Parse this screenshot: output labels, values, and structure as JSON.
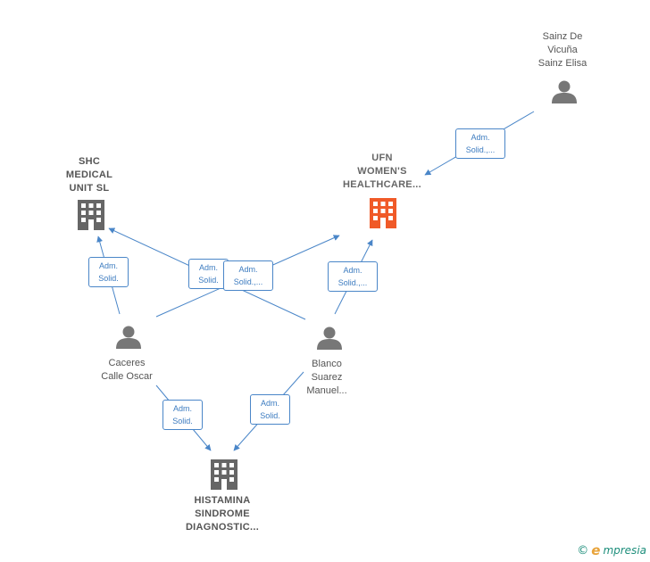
{
  "nodes": {
    "sainz": {
      "lines": [
        "Sainz De",
        "Vicuña",
        "Sainz Elisa"
      ],
      "icon": "person-icon"
    },
    "ufn": {
      "lines": [
        "UFN",
        "WOMEN'S",
        "HEALTHCARE..."
      ],
      "icon": "building-icon",
      "color": "#f05a28"
    },
    "shc": {
      "lines": [
        "SHC",
        "MEDICAL",
        "UNIT SL"
      ],
      "icon": "building-icon",
      "color": "#666666"
    },
    "caceres": {
      "lines": [
        "Caceres",
        "Calle Oscar"
      ],
      "icon": "person-icon"
    },
    "blanco": {
      "lines": [
        "Blanco",
        "Suarez",
        "Manuel..."
      ],
      "icon": "person-icon"
    },
    "histamina": {
      "lines": [
        "HISTAMINA",
        "SINDROME",
        "DIAGNOSTIC..."
      ],
      "icon": "building-icon",
      "color": "#666666"
    }
  },
  "edges": [
    {
      "id": "sainz-ufn",
      "lines": [
        "Adm.",
        "Solid.,..."
      ]
    },
    {
      "id": "caceres-shc",
      "lines": [
        "Adm.",
        "Solid."
      ]
    },
    {
      "id": "blanco-shc",
      "lines": [
        "Adm.",
        "Solid."
      ]
    },
    {
      "id": "caceres-ufn",
      "lines": [
        "Adm.",
        "Solid.,..."
      ]
    },
    {
      "id": "blanco-ufn",
      "lines": [
        "Adm.",
        "Solid.,..."
      ]
    },
    {
      "id": "caceres-histamina",
      "lines": [
        "Adm.",
        "Solid."
      ]
    },
    {
      "id": "blanco-histamina",
      "lines": [
        "Adm.",
        "Solid."
      ]
    }
  ],
  "colors": {
    "edge": "#4a86c8",
    "person": "#777777",
    "accent": "#f05a28"
  },
  "brand": {
    "copyright": "©",
    "initial": "e",
    "name": "mpresia"
  }
}
